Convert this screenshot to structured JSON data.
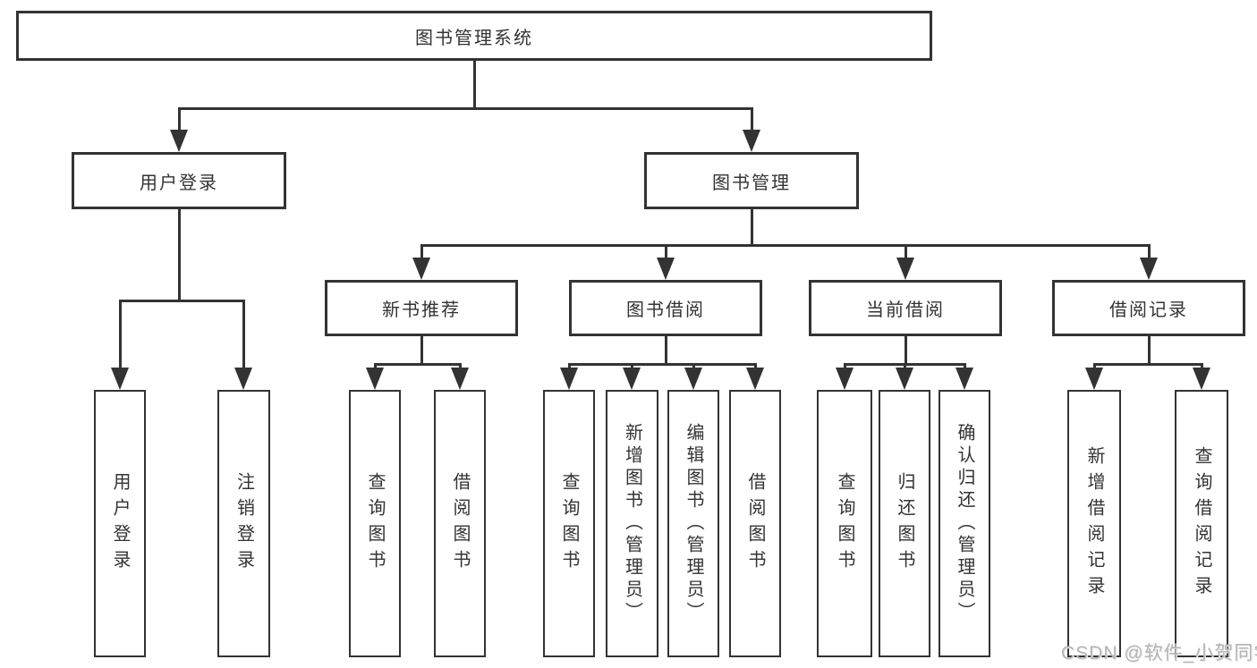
{
  "root": {
    "label": "图书管理系统"
  },
  "level2": {
    "user_login": {
      "label": "用户登录"
    },
    "book_management": {
      "label": "图书管理"
    }
  },
  "level3": {
    "new_book_recommend": {
      "label": "新书推荐"
    },
    "book_borrowing": {
      "label": "图书借阅"
    },
    "current_borrowing": {
      "label": "当前借阅"
    },
    "borrowing_records": {
      "label": "借阅记录"
    }
  },
  "leaves": {
    "user_login": {
      "label": "用户登录"
    },
    "logout": {
      "label": "注销登录"
    },
    "recommend_query_books": {
      "label": "查询图书"
    },
    "recommend_borrow_books": {
      "label": "借阅图书"
    },
    "borrowing_query_books": {
      "label": "查询图书"
    },
    "borrowing_add_books": {
      "label": "新增图书（管理员）"
    },
    "borrowing_edit_books": {
      "label": "编辑图书（管理员）"
    },
    "borrowing_borrow_books": {
      "label": "借阅图书"
    },
    "current_query_books": {
      "label": "查询图书"
    },
    "current_return_books": {
      "label": "归还图书"
    },
    "current_confirm_return": {
      "label": "确认归还（管理员）"
    },
    "records_add_record": {
      "label": "新增借阅记录"
    },
    "records_query_record": {
      "label": "查询借阅记录"
    }
  },
  "watermark": {
    "text": "CSDN @软件_小贺同学"
  },
  "colors": {
    "line": "#333333",
    "text": "#333333",
    "background": "#ffffff",
    "watermark": "#b5b5b5"
  }
}
